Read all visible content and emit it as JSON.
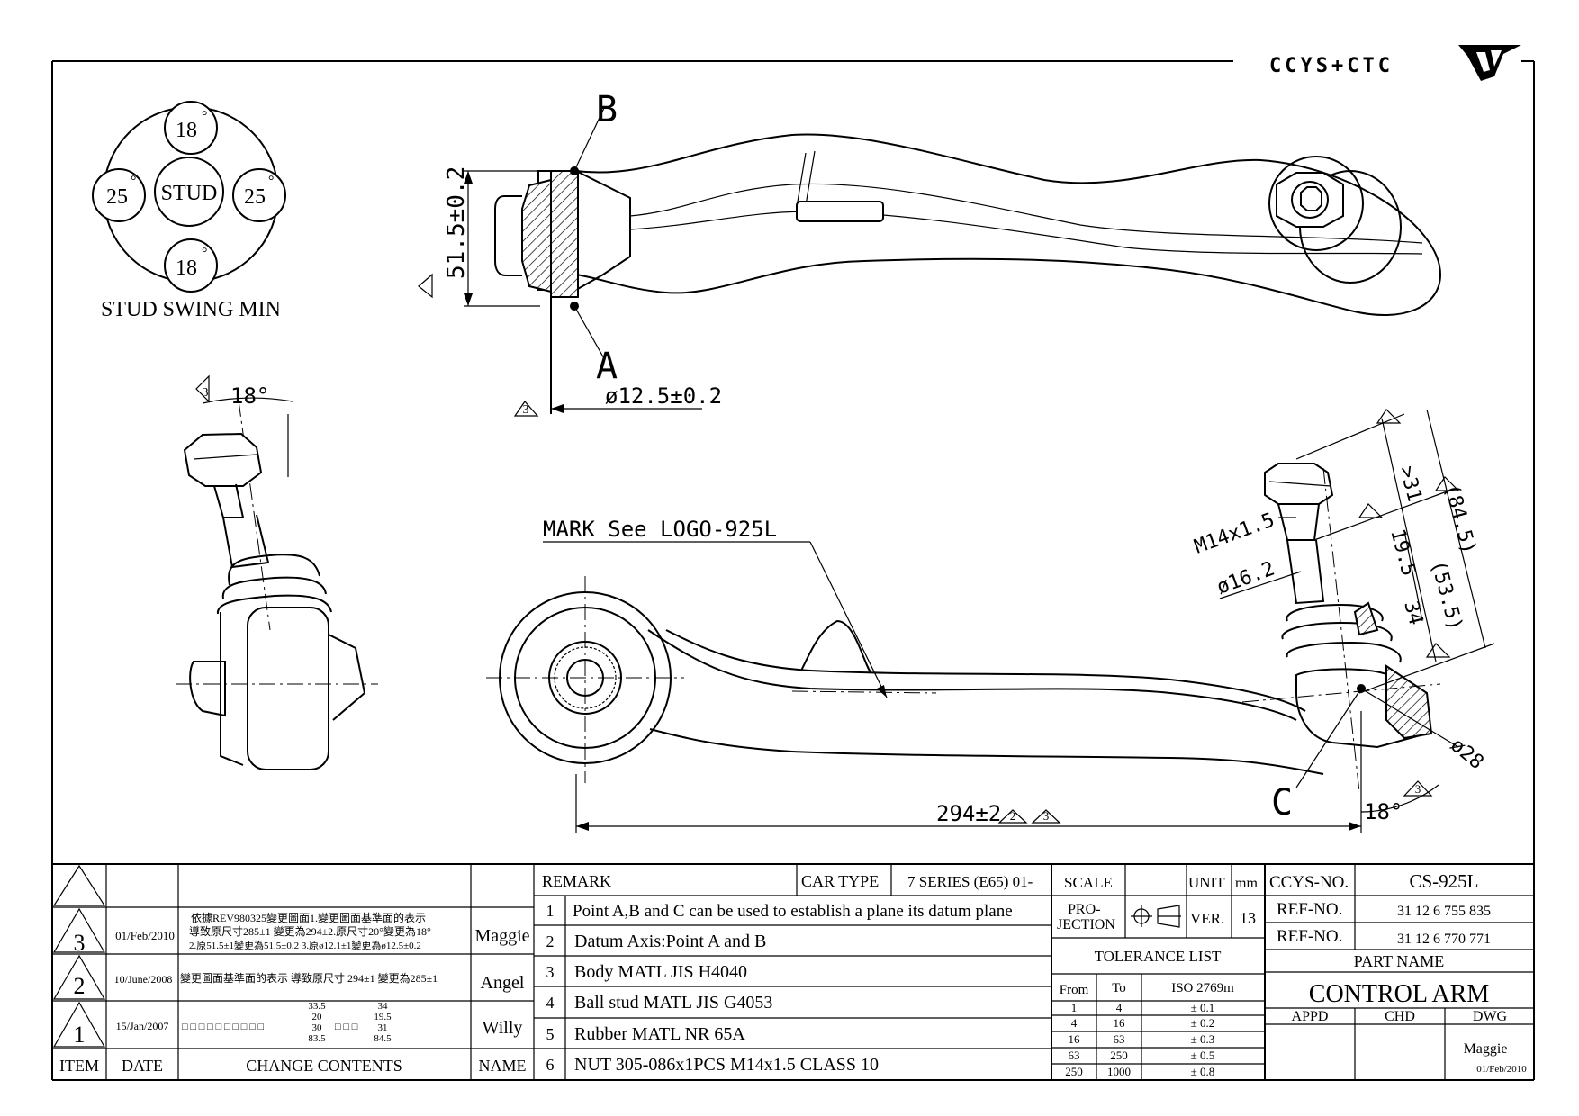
{
  "brand": {
    "logo_text": "CCYS+CTC"
  },
  "stud_swing": {
    "title": "STUD SWING MIN",
    "center": "STUD",
    "top": "18",
    "bottom": "18",
    "left": "25",
    "right": "25",
    "degree_mark": "°"
  },
  "dimensions": {
    "top_height": "51.5±0.2",
    "top_diameter": "ø12.5±0.2",
    "point_a": "A",
    "point_b": "B",
    "point_c": "C",
    "side_angle": "18°",
    "mark_note": "MARK See LOGO-925L",
    "thread": "M14x1.5",
    "shank_dia": "ø16.2",
    "dim_31": ">31",
    "dim_84_5": "(84.5)",
    "dim_19_5": "19.5",
    "dim_53_5": "(53.5)",
    "dim_34": "34",
    "dim_28": "ø28",
    "length": "294±2",
    "bottom_angle": "18°",
    "rev_2": "2",
    "rev_3": "3"
  },
  "revisions": {
    "headers": {
      "item": "ITEM",
      "date": "DATE",
      "contents": "CHANGE CONTENTS",
      "name": "NAME"
    },
    "rows": [
      {
        "item": "3",
        "date": "01/Feb/2010",
        "line1": "依據REV980325變更圖面1.變更圖面基準面的表示",
        "line2": "導致原尺寸285±1 變更為294±2.原尺寸20°變更為18°",
        "line3": "2.原51.5±1變更為51.5±0.2  3.原ø12.1±1變更為ø12.5±0.2",
        "name": "Maggie"
      },
      {
        "item": "2",
        "date": "10/June/2008",
        "line1": "變更圖面基準面的表示 導致原尺寸 294±1 變更為285±1",
        "name": "Angel"
      },
      {
        "item": "1",
        "date": "15/Jan/2007",
        "line1": "□ □ □ □ □ □ □ □ □ □",
        "a1": "33.5",
        "a2": "20",
        "a3": "30",
        "a4": "83.5",
        "mid": "□ □ □",
        "b1": "34",
        "b2": "19.5",
        "b3": "31",
        "b4": "84.5",
        "name": "Willy"
      }
    ]
  },
  "remarks": {
    "header": "REMARK",
    "car_type_label": "CAR TYPE",
    "car_type": "7 SERIES (E65) 01-",
    "items": [
      {
        "no": "1",
        "text": "Point A,B and C can be used to establish a plane its datum plane"
      },
      {
        "no": "2",
        "text": "Datum Axis:Point A and B"
      },
      {
        "no": "3",
        "text": "Body MATL JIS H4040"
      },
      {
        "no": "4",
        "text": "Ball stud MATL JIS G4053"
      },
      {
        "no": "5",
        "text": "Rubber MATL NR 65A"
      },
      {
        "no": "6",
        "text": "NUT 305-086x1PCS M14x1.5 CLASS 10"
      }
    ]
  },
  "spec": {
    "scale_label": "SCALE",
    "unit_label": "UNIT",
    "unit": "mm",
    "projection_line1": "PRO-",
    "projection_line2": "JECTION",
    "ver_label": "VER.",
    "ver": "13",
    "tolerance_title": "TOLERANCE LIST",
    "tol_headers": {
      "from": "From",
      "to": "To",
      "iso": "ISO 2769m"
    },
    "tolerances": [
      {
        "from": "1",
        "to": "4",
        "tol": "± 0.1"
      },
      {
        "from": "4",
        "to": "16",
        "tol": "± 0.2"
      },
      {
        "from": "16",
        "to": "63",
        "tol": "± 0.3"
      },
      {
        "from": "63",
        "to": "250",
        "tol": "± 0.5"
      },
      {
        "from": "250",
        "to": "1000",
        "tol": "± 0.8"
      }
    ]
  },
  "title_block": {
    "ccys_label": "CCYS-NO.",
    "ccys_no": "CS-925L",
    "ref_label_1": "REF-NO.",
    "ref_no_1": "31 12 6 755 835",
    "ref_label_2": "REF-NO.",
    "ref_no_2": "31 12 6 770 771",
    "part_name_label": "PART NAME",
    "part_name": "CONTROL ARM",
    "appd": "APPD",
    "chd": "CHD",
    "dwg": "DWG",
    "drawn_by": "Maggie",
    "drawn_date": "01/Feb/2010"
  }
}
